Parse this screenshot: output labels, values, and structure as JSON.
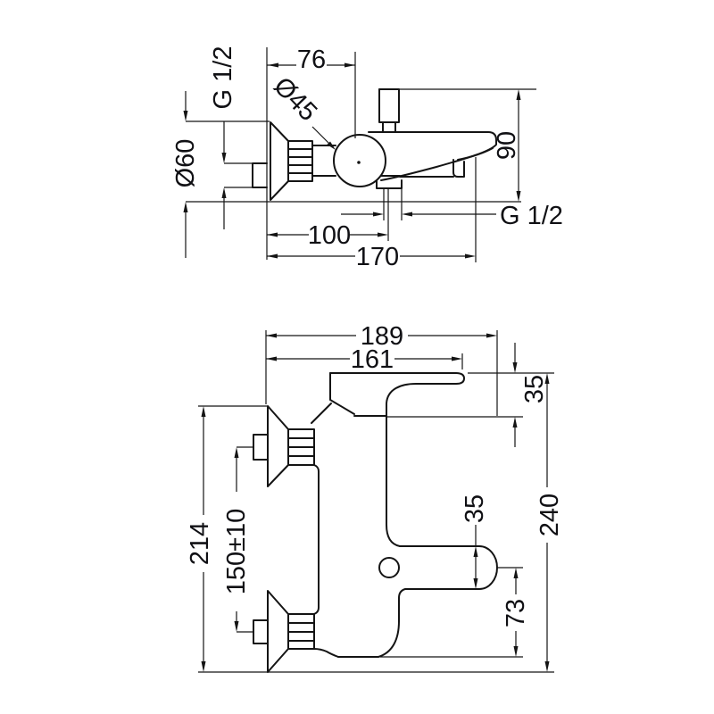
{
  "drawing": {
    "title": "bath-shower-mixer-dimension-drawing",
    "line_color": "#141414",
    "text_color": "#101014",
    "side_view": {
      "inlet_thread": "G 1/2",
      "escutcheon_diameter": "Ø60",
      "handle_diameter": "Ø45",
      "wall_to_handle_center": "76",
      "body_height": "90",
      "outlet_thread": "G 1/2",
      "wall_to_outlet": "100",
      "spout_projection": "170"
    },
    "front_view": {
      "overall_width": "189",
      "handle_width": "161",
      "handle_gap_height": "35",
      "overall_height": "240",
      "body_height": "214",
      "inlet_spacing": "150±10",
      "spout_height": "35",
      "spout_to_base": "73"
    }
  }
}
